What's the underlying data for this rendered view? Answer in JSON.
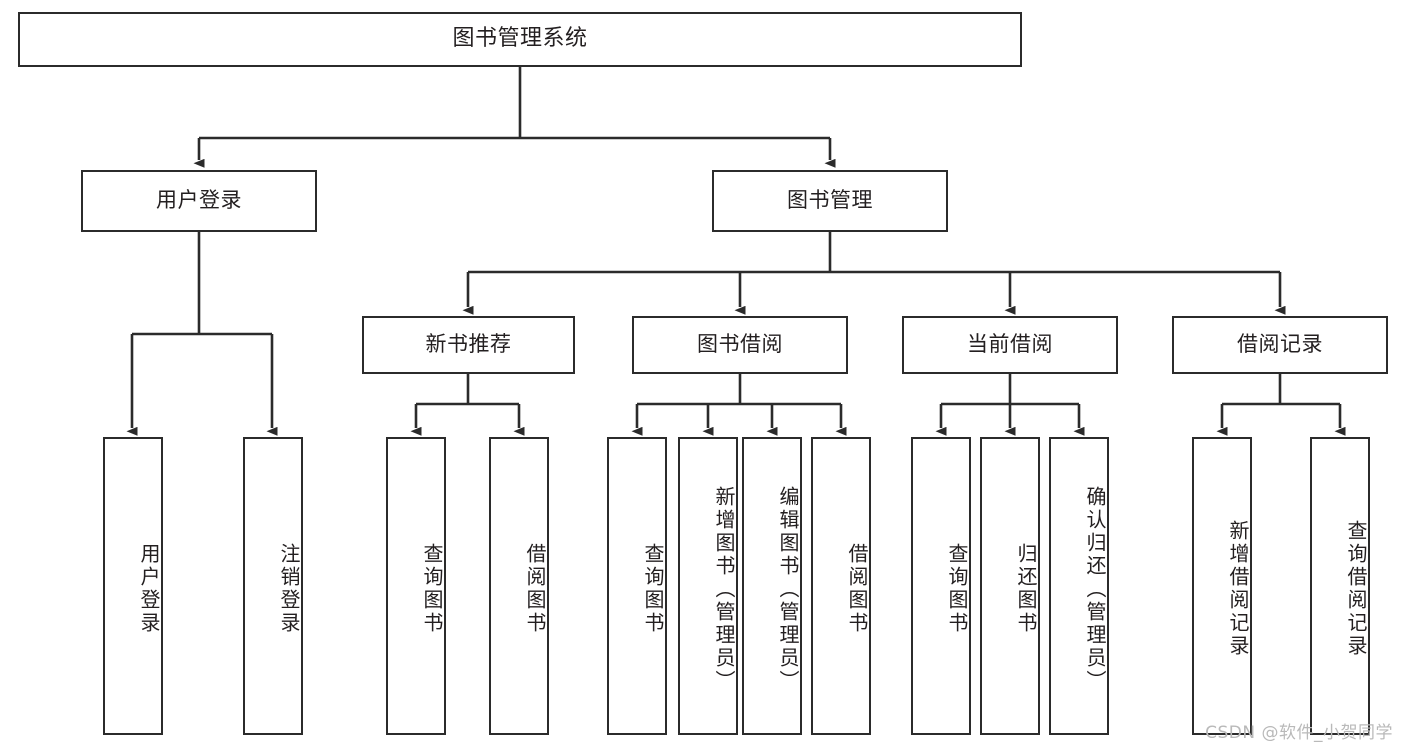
{
  "diagram": {
    "title": "图书管理系统",
    "type": "tree",
    "orientation": "top-down",
    "style": {
      "box_fill": "#ffffff",
      "box_border": "#2b2b2b",
      "line_color": "#2b2b2b",
      "text_color": "#231f20",
      "background": "#ffffff",
      "watermark_color": "#b9b9b9"
    },
    "root": {
      "label": "图书管理系统"
    },
    "level2": [
      {
        "id": "user-login",
        "label": "用户登录"
      },
      {
        "id": "book-manage",
        "label": "图书管理"
      }
    ],
    "level3": [
      {
        "id": "new-book-rec",
        "label": "新书推荐"
      },
      {
        "id": "book-borrow",
        "label": "图书借阅"
      },
      {
        "id": "current-borrow",
        "label": "当前借阅"
      },
      {
        "id": "borrow-record",
        "label": "借阅记录"
      }
    ],
    "leaves": {
      "user_login": [
        {
          "id": "leaf-user-login",
          "label": "用户登录"
        },
        {
          "id": "leaf-logout",
          "label": "注销登录"
        }
      ],
      "new_book_rec": [
        {
          "id": "leaf-query-book-1",
          "label": "查询图书"
        },
        {
          "id": "leaf-borrow-book-1",
          "label": "借阅图书"
        }
      ],
      "book_borrow": [
        {
          "id": "leaf-query-book-2",
          "label": "查询图书"
        },
        {
          "id": "leaf-add-book",
          "label": "新增图书（管理员）"
        },
        {
          "id": "leaf-edit-book",
          "label": "编辑图书（管理员）"
        },
        {
          "id": "leaf-borrow-book-2",
          "label": "借阅图书"
        }
      ],
      "current_borrow": [
        {
          "id": "leaf-query-book-3",
          "label": "查询图书"
        },
        {
          "id": "leaf-return-book",
          "label": "归还图书"
        },
        {
          "id": "leaf-confirm-return",
          "label": "确认归还（管理员）"
        }
      ],
      "borrow_record": [
        {
          "id": "leaf-add-record",
          "label": "新增借阅记录"
        },
        {
          "id": "leaf-query-record",
          "label": "查询借阅记录"
        }
      ]
    }
  },
  "watermark": {
    "text": "CSDN @软件_小贺同学"
  }
}
